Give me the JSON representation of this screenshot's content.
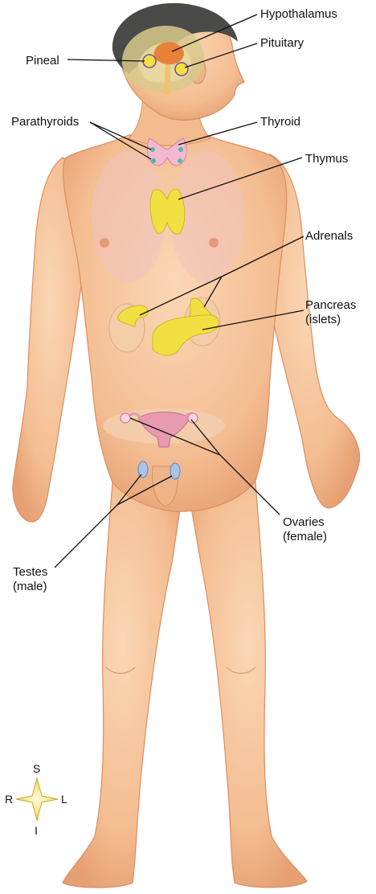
{
  "labels": {
    "hypothalamus": "Hypothalamus",
    "pituitary": "Pituitary",
    "pineal": "Pineal",
    "parathyroids": "Parathyroids",
    "thyroid": "Thyroid",
    "thymus": "Thymus",
    "adrenals": "Adrenals",
    "pancreas_line1": "Pancreas",
    "pancreas_line2": "(islets)",
    "ovaries_line1": "Ovaries",
    "ovaries_line2": "(female)",
    "testes_line1": "Testes",
    "testes_line2": "(male)"
  },
  "compass": {
    "superior": "S",
    "inferior": "I",
    "right": "R",
    "left": "L"
  },
  "colors": {
    "skin": "#f6c49a",
    "skin_shadow": "#e7a577",
    "hair": "#4a4a48",
    "brain": "#d8c98c",
    "gland_yellow": "#f2e043",
    "thyroid_pink": "#f3b9cf",
    "ovary_blue": "#a9c3ea",
    "uterus_pink": "#e79ab0",
    "leader": "#111111"
  }
}
